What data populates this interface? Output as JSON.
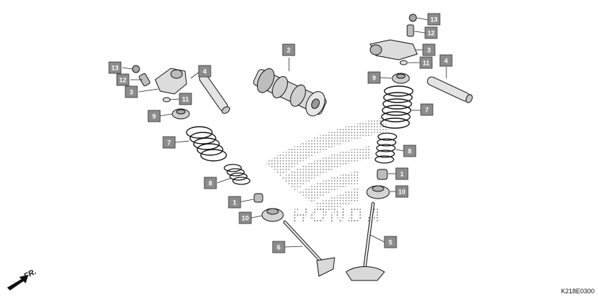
{
  "diagram": {
    "watermark": "HONDA",
    "front_marker": "FR.",
    "drawing_code": "K218E0300",
    "callouts": [
      {
        "id": "c2",
        "label": "2"
      },
      {
        "id": "c3L",
        "label": "3"
      },
      {
        "id": "c4L",
        "label": "4"
      },
      {
        "id": "c11L",
        "label": "11"
      },
      {
        "id": "c12L",
        "label": "12"
      },
      {
        "id": "c13L",
        "label": "13"
      },
      {
        "id": "c9L",
        "label": "9"
      },
      {
        "id": "c7L",
        "label": "7"
      },
      {
        "id": "c8L",
        "label": "8"
      },
      {
        "id": "c1L",
        "label": "1"
      },
      {
        "id": "c10L",
        "label": "10"
      },
      {
        "id": "c6",
        "label": "6"
      },
      {
        "id": "c13R",
        "label": "13"
      },
      {
        "id": "c12R",
        "label": "12"
      },
      {
        "id": "c3R",
        "label": "3"
      },
      {
        "id": "c11R",
        "label": "11"
      },
      {
        "id": "c4R",
        "label": "4"
      },
      {
        "id": "c9R",
        "label": "9"
      },
      {
        "id": "c7R",
        "label": "7"
      },
      {
        "id": "c8R",
        "label": "8"
      },
      {
        "id": "c1R",
        "label": "1"
      },
      {
        "id": "c10R",
        "label": "10"
      },
      {
        "id": "c5",
        "label": "5"
      }
    ]
  }
}
